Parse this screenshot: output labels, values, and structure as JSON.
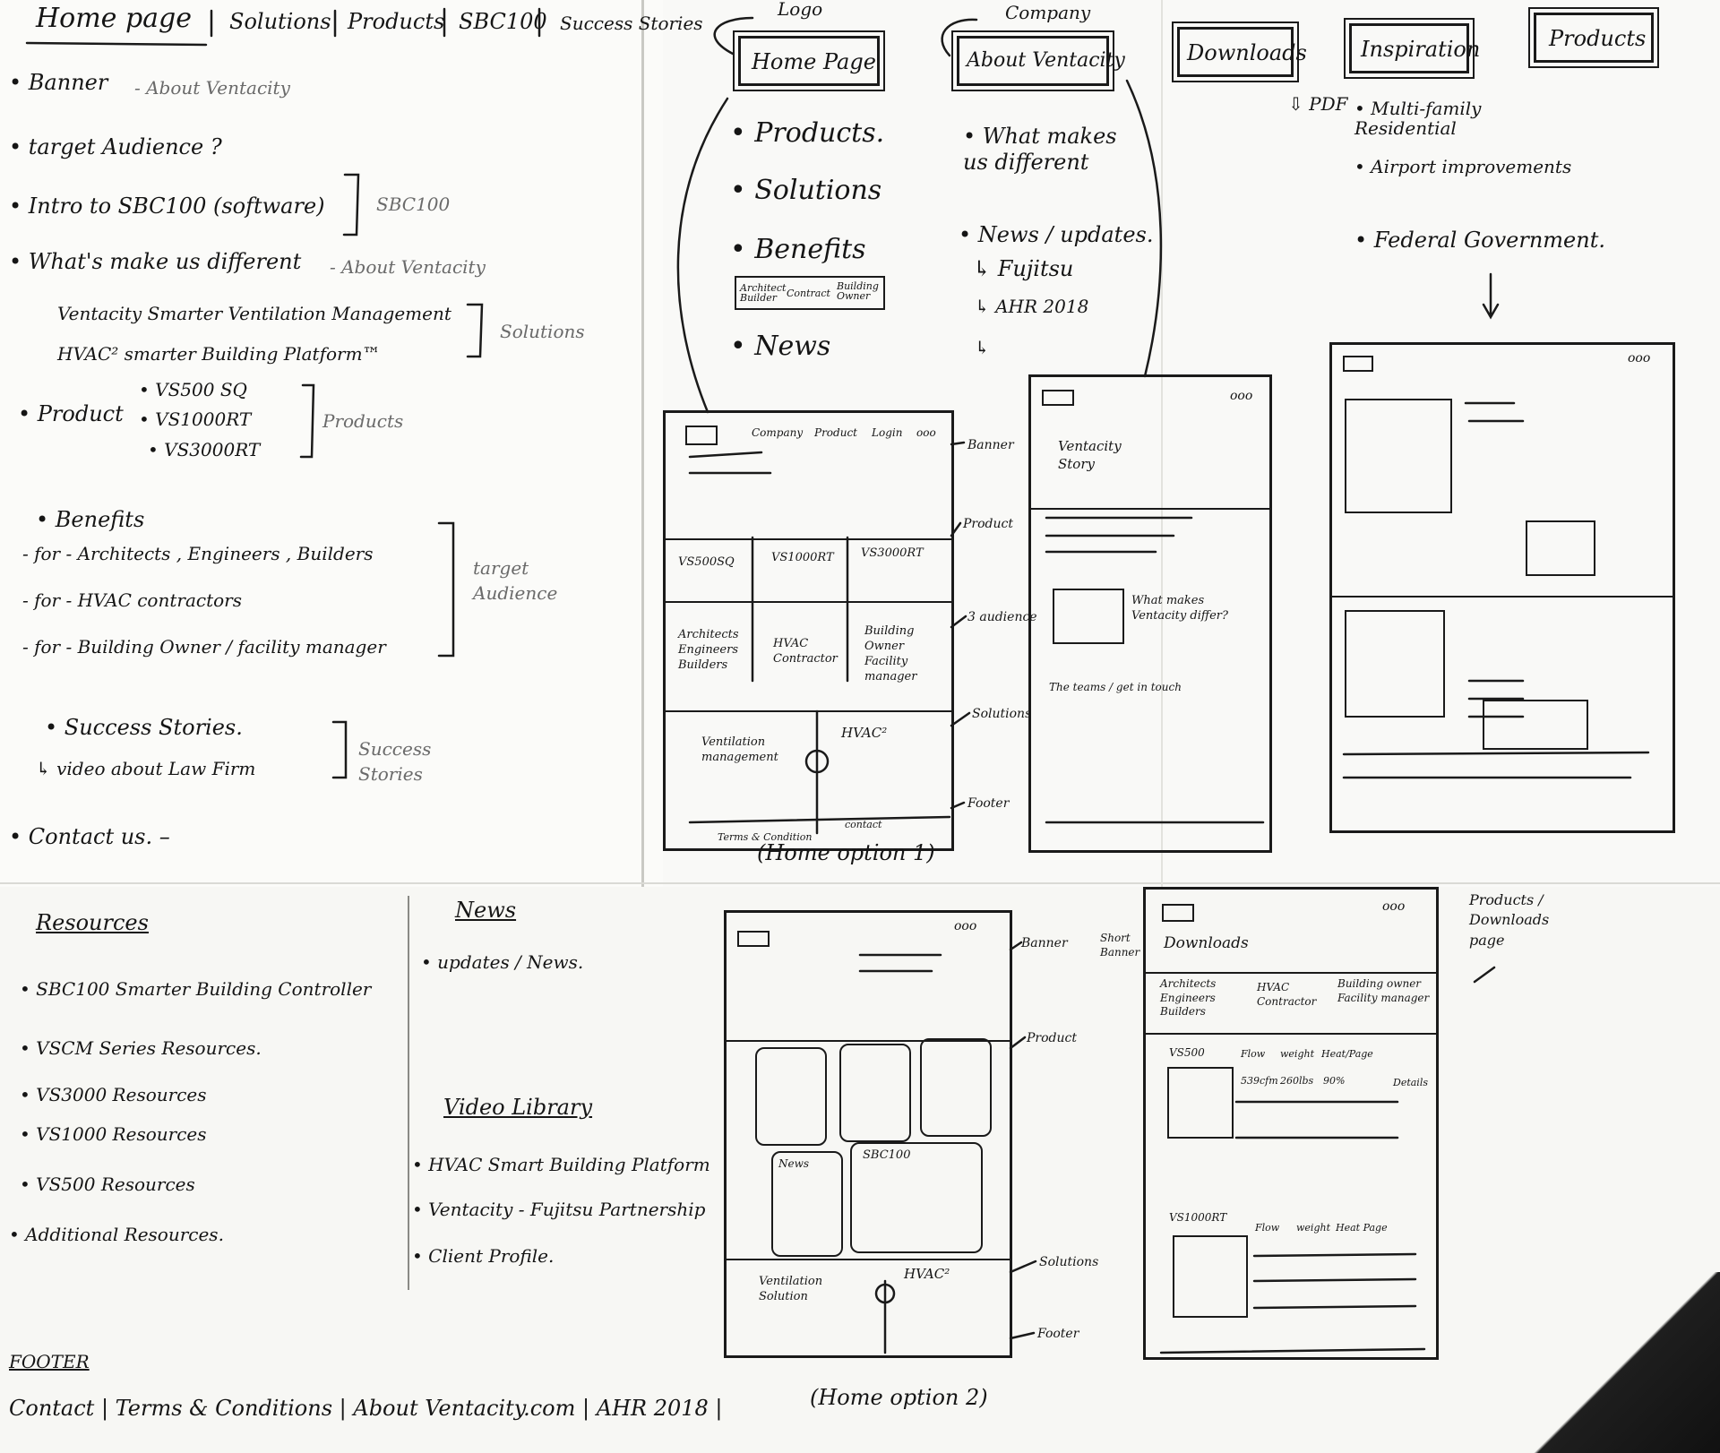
{
  "notes": {
    "nav": [
      "Home page",
      "Solutions",
      "Products",
      "SBC100",
      "Success Stories"
    ],
    "items": [
      {
        "text": "• Banner",
        "note": "- About Ventacity"
      },
      {
        "text": "• target Audience ?",
        "note": ""
      },
      {
        "text": "• Intro to SBC100 (software)",
        "note": "SBC100"
      },
      {
        "text": "• What's make us different",
        "note": "- About Ventacity"
      },
      {
        "text": "Ventacity Smarter Ventilation Management",
        "note": ""
      },
      {
        "text": "HVAC² smarter Building Platform™",
        "note": "Solutions"
      },
      {
        "text": "• Product",
        "note": "Products"
      }
    ],
    "products": [
      "• VS500 SQ",
      "• VS1000RT",
      "• VS3000RT"
    ],
    "benefits_title": "• Benefits",
    "benefits": [
      "- for - Architects , Engineers , Builders",
      "- for - HVAC contractors",
      "- for - Building Owner / facility manager"
    ],
    "benefits_note": "target Audience",
    "success": "• Success Stories.",
    "success_sub": "↳ video about Law Firm",
    "success_note": "Success Stories",
    "contact": "• Contact us. –"
  },
  "resources": {
    "title": "Resources",
    "items": [
      "• SBC100 Smarter Building Controller",
      "• VSCM Series Resources.",
      "• VS3000 Resources",
      "• VS1000 Resources",
      "• VS500 Resources",
      "• Additional Resources."
    ]
  },
  "news": {
    "title": "News",
    "item": "• updates / News.",
    "video_title": "Video Library",
    "videos": [
      "• HVAC Smart Building Platform",
      "• Ventacity - Fujitsu Partnership",
      "• Client Profile."
    ]
  },
  "footer": {
    "title": "FOOTER",
    "links": "Contact | Terms & Conditions | About Ventacity.com | AHR 2018 |"
  },
  "sitemap": {
    "home": {
      "label": "Home Page",
      "tag": "Logo",
      "items": [
        "• Products.",
        "• Solutions",
        "• Benefits",
        "• News"
      ],
      "benefit_cells": [
        "Architect Builder",
        "Contract",
        "Building Owner"
      ]
    },
    "about": {
      "label": "About Ventacity",
      "tag": "Company",
      "items": [
        "• What makes us different",
        "• News / updates.",
        "↳ Fujitsu",
        "↳ AHR 2018",
        "↳"
      ]
    },
    "downloads": {
      "label": "Downloads",
      "note": "⇩ PDF"
    },
    "inspiration": {
      "label": "Inspiration",
      "items": [
        "• Multi-family Residential",
        "• Airport improvements",
        "• Federal Government."
      ]
    },
    "products": {
      "label": "Products"
    }
  },
  "home1": {
    "nav": [
      "Company",
      "Product",
      "Login",
      "ooo"
    ],
    "products": [
      "VS500SQ",
      "VS1000RT",
      "VS3000RT"
    ],
    "audience": [
      "Architects Engineers Builders",
      "HVAC Contractor",
      "Building Owner Facility manager"
    ],
    "solutions": [
      "Ventilation management",
      "HVAC²"
    ],
    "footer": [
      "Terms & Condition",
      "contact"
    ],
    "caption": "(Home option 1)",
    "annotations": [
      "Banner",
      "Product",
      "3 audience",
      "Solutions",
      "Footer"
    ]
  },
  "about_page": {
    "story": "Ventacity Story",
    "diff": "What makes Ventacity differ?",
    "team": "The teams / get in touch",
    "ooo": "ooo"
  },
  "inspiration_page": {
    "ooo": "ooo"
  },
  "home2": {
    "ooo": "ooo",
    "tiles": [
      "News",
      "SBC100"
    ],
    "solutions": [
      "Ventilation Solution",
      "HVAC²"
    ],
    "caption": "(Home option 2)",
    "annotations": [
      "Banner",
      "Product",
      "Solutions",
      "Footer"
    ]
  },
  "downloads_page": {
    "ooo": "ooo",
    "title": "Downloads",
    "short_banner": "Short Banner",
    "tabs": [
      "Architects Engineers Builders",
      "HVAC Contractor",
      "Building owner Facility manager"
    ],
    "product1": "VS500",
    "headers1": [
      "Flow",
      "weight",
      "Heat/Page"
    ],
    "row1": [
      "539cfm",
      "260lbs",
      "90%"
    ],
    "detail": "Details",
    "product2": "VS1000RT",
    "headers2": [
      "Flow",
      "weight",
      "Heat Page"
    ],
    "page_note": "Products / Downloads page"
  }
}
